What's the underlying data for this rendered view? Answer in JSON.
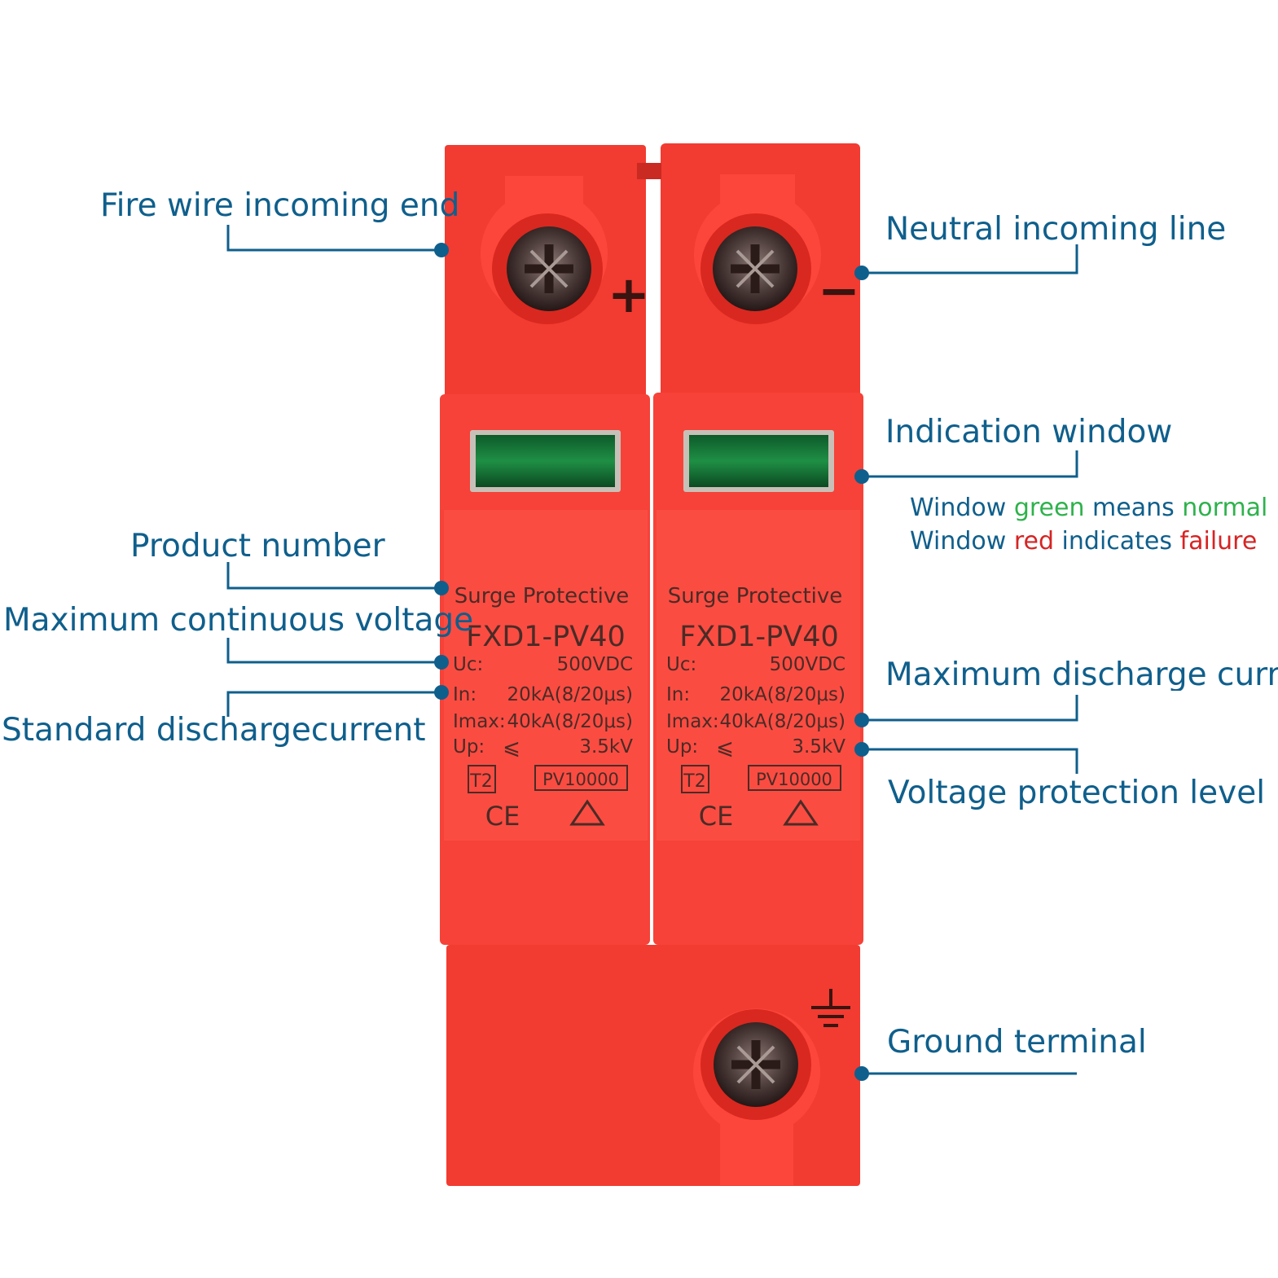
{
  "callouts": {
    "fire_wire": "Fire wire incoming end",
    "neutral": "Neutral incoming line",
    "indication": "Indication window",
    "product_number": "Product number",
    "max_cont_voltage": "Maximum continuous voltage",
    "standard_discharge": "Standard dischargecurrent",
    "max_discharge": "Maximum discharge current",
    "voltage_protection": "Voltage protection level",
    "ground": "Ground terminal"
  },
  "notes": {
    "line1": {
      "a": "Window ",
      "b": "green",
      "c": " means ",
      "d": "normal"
    },
    "line2": {
      "a": "Window ",
      "b": "red",
      "c": " indicates ",
      "d": "failure"
    }
  },
  "device": {
    "title": "Surge Protective",
    "model": "FXD1-PV40",
    "uc_label": "Uc:",
    "uc_value": "500VDC",
    "in_label": "In:",
    "in_value": "20kA(8/20μs)",
    "imax_label": "Imax:",
    "imax_value": "40kA(8/20μs)",
    "up_label": "Up:",
    "up_sym": "⩽",
    "up_value": "3.5kV",
    "type_badge": "T2",
    "cert_badge": "PV10000",
    "ce_mark": "CE",
    "plus_sign": "+",
    "minus_sign": "−"
  },
  "colors": {
    "body": "#f03a30",
    "body_light": "#fb5247",
    "callout": "#0f5f8c",
    "window_green": "#1d8a3e"
  }
}
